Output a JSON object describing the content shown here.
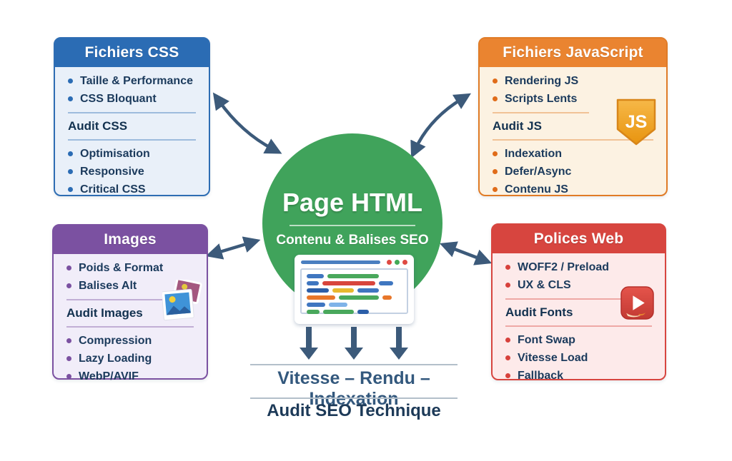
{
  "center": {
    "title": "Page HTML",
    "subtitle": "Contenu & Balises SEO",
    "color": "#40a35b"
  },
  "boxes": {
    "css": {
      "title": "Fichiers CSS",
      "accent": "#2b6cb4",
      "items_top": [
        "Taille & Performance",
        "CSS Bloquant"
      ],
      "audit": "Audit CSS",
      "items_bottom": [
        "Optimisation",
        "Responsive",
        "Critical CSS"
      ]
    },
    "js": {
      "title": "Fichiers JavaScript",
      "accent": "#e07b26",
      "icon_label": "JS",
      "items_top": [
        "Rendering JS",
        "Scripts Lents"
      ],
      "audit": "Audit JS",
      "items_bottom": [
        "Indexation",
        "Defer/Async",
        "Contenu JS"
      ]
    },
    "images": {
      "title": "Images",
      "accent": "#7b51a1",
      "items_top": [
        "Poids & Format",
        "Balises Alt"
      ],
      "audit": "Audit Images",
      "items_bottom": [
        "Compression",
        "Lazy Loading",
        "WebP/AVIF"
      ]
    },
    "fonts": {
      "title": "Polices Web",
      "accent": "#d7453f",
      "items_top": [
        "WOFF2 / Preload",
        "UX & CLS"
      ],
      "audit": "Audit Fonts",
      "items_bottom": [
        "Font Swap",
        "Vitesse Load",
        "Fallback"
      ]
    }
  },
  "footer": {
    "flow_label": "Vitesse – Rendu – Indexation",
    "caption": "Audit SEO Technique"
  },
  "colors": {
    "arrow": "#3c5a7a"
  },
  "browser_mockup": {
    "address_bar_color": "#4a7fc0",
    "dots": [
      "#df4a43",
      "#43aa57",
      "#df4a43"
    ],
    "lines": [
      [
        [
          "#3f76c0",
          24
        ],
        [
          "#49a85c",
          72
        ]
      ],
      [
        [
          "#3f76c0",
          17
        ],
        [
          "#d8453c",
          74
        ],
        [
          "#3f76c0",
          20
        ]
      ],
      [
        [
          "#2b5ea8",
          31
        ],
        [
          "#e8b92e",
          30
        ],
        [
          "#3f76c0",
          30
        ]
      ],
      [
        [
          "#e8772a",
          40
        ],
        [
          "#49a85c",
          56
        ],
        [
          "#e8772a",
          13
        ]
      ],
      [
        [
          "#3f76c0",
          26
        ],
        [
          "#7fb3e8",
          26
        ]
      ],
      [
        [
          "#49a85c",
          18
        ],
        [
          "#49a85c",
          43
        ],
        [
          "#2b5ea8",
          16
        ]
      ]
    ]
  }
}
